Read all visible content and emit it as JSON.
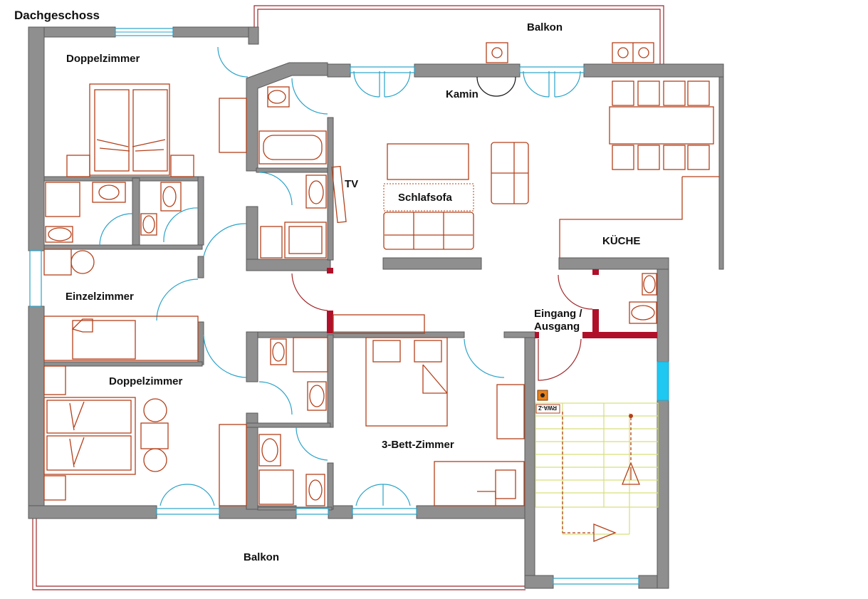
{
  "title": "Dachgeschoss",
  "rooms": {
    "balkon_top": "Balkon",
    "kamin": "Kamin",
    "doppelzimmer_1": "Doppelzimmer",
    "tv": "TV",
    "schlafsofa": "Schlafsofa",
    "kueche": "KÜCHE",
    "einzelzimmer": "Einzelzimmer",
    "eingang_line1": "Eingang /",
    "eingang_line2": "Ausgang",
    "doppelzimmer_2": "Doppelzimmer",
    "drei_bett": "3-Bett-Zimmer",
    "balkon_bottom": "Balkon",
    "rwa": "RWA-Z"
  },
  "colors": {
    "wall": "#8f8f8f",
    "furniture": "#b3401a",
    "door": "#2aa3c8",
    "accent_wall": "#b0102a",
    "window_blue": "#1ec8f0",
    "stairs": "#d6e07a"
  }
}
